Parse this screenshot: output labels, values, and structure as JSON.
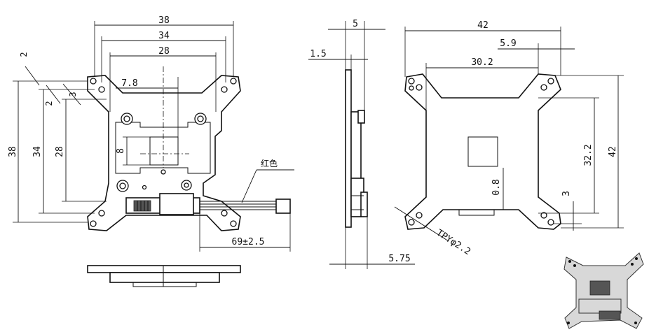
{
  "front_view": {
    "dim_width_outer": "38",
    "dim_width_mid": "34",
    "dim_width_inner": "28",
    "dim_height_outer": "38",
    "dim_height_mid": "34",
    "dim_height_inner": "28",
    "dim_edge_a": "2",
    "dim_edge_b": "2",
    "dim_edge_c": "3",
    "dim_offset": "7.8",
    "dim_pad": "8",
    "dim_cable": "69±2.5",
    "cable_color_label": "红色"
  },
  "side_view": {
    "dim_width": "5",
    "dim_plate": "1.5",
    "dim_total": "5.75"
  },
  "back_view": {
    "dim_width_outer": "42",
    "dim_offset_right": "5.9",
    "dim_width_inner": "30.2",
    "dim_height_outer": "42",
    "dim_height_inner": "32.2",
    "dim_gap": "0.8",
    "dim_bottom": "3",
    "hole_callout": "TPYφ2.2"
  }
}
